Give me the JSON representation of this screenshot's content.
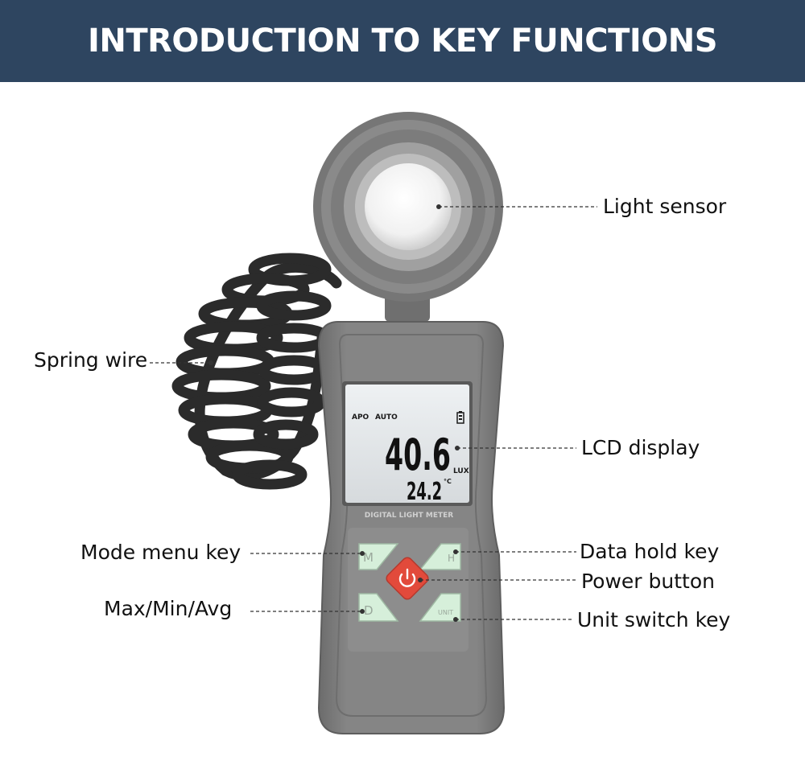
{
  "header": {
    "title": "INTRODUCTION TO KEY FUNCTIONS"
  },
  "callouts": {
    "light_sensor": "Light sensor",
    "spring_wire": "Spring wire",
    "lcd_display": "LCD display",
    "mode_menu_key": "Mode menu key",
    "data_hold_key": "Data hold key",
    "power_button": "Power button",
    "max_min_avg": "Max/Min/Avg",
    "unit_switch_key": "Unit switch key"
  },
  "lcd": {
    "apo": "APO",
    "auto": "AUTO",
    "main_reading": "40.6",
    "main_unit": "LUX",
    "secondary_reading": "24.2",
    "secondary_unit": "°C"
  },
  "device": {
    "name_plate": "DIGITAL LIGHT METER",
    "key_mode": "M",
    "key_hold": "H",
    "key_maxminavg": "D",
    "key_unit": "UNIT"
  },
  "colors": {
    "banner": "#2e4560",
    "body": "#7a7a7a",
    "lcd": "#dfe3e6",
    "keys": "#d8eedb",
    "power": "#e24a3b"
  }
}
